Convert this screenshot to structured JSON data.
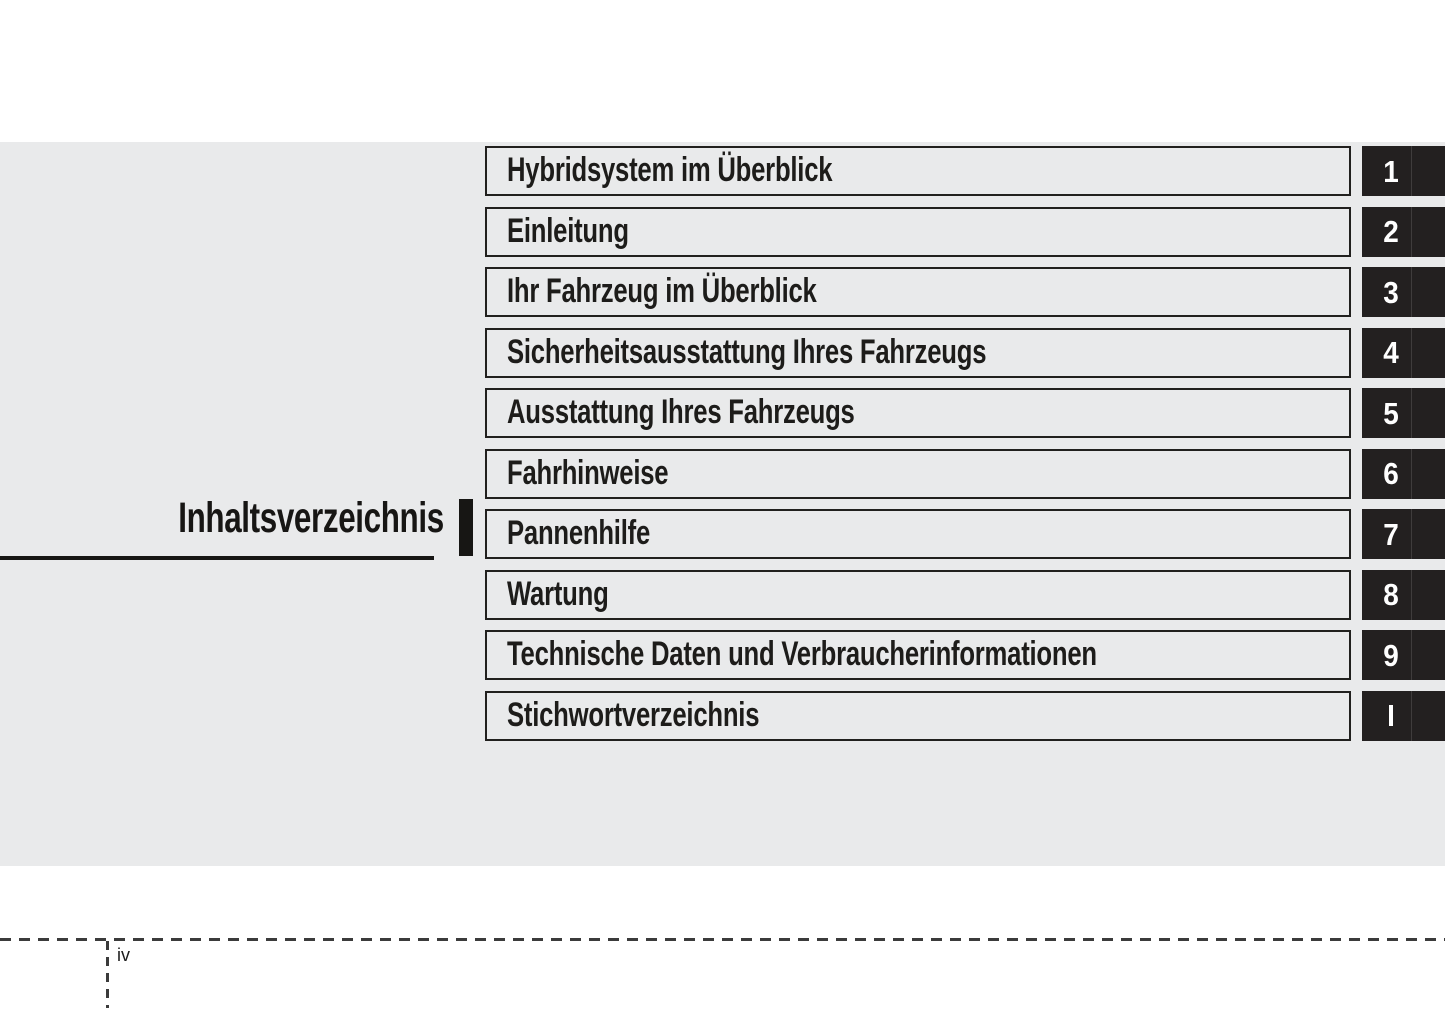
{
  "page": {
    "title": "Inhaltsverzeichnis",
    "page_number": "iv"
  },
  "chapters": [
    {
      "title": "Hybridsystem im Überblick",
      "tab": "1"
    },
    {
      "title": "Einleitung",
      "tab": "2"
    },
    {
      "title": "Ihr Fahrzeug im Überblick",
      "tab": "3"
    },
    {
      "title": "Sicherheitsausstattung Ihres Fahrzeugs",
      "tab": "4"
    },
    {
      "title": "Ausstattung Ihres Fahrzeugs",
      "tab": "5"
    },
    {
      "title": "Fahrhinweise",
      "tab": "6"
    },
    {
      "title": "Pannenhilfe",
      "tab": "7"
    },
    {
      "title": "Wartung",
      "tab": "8"
    },
    {
      "title": "Technische Daten und Verbraucherinformationen",
      "tab": "9"
    },
    {
      "title": "Stichwortverzeichnis",
      "tab": "I"
    }
  ],
  "colors": {
    "page_background": "#ffffff",
    "panel_background": "#e9eaeb",
    "ink": "#1d1c1a",
    "tab_background": "#232020",
    "tab_text": "#ffffff"
  }
}
